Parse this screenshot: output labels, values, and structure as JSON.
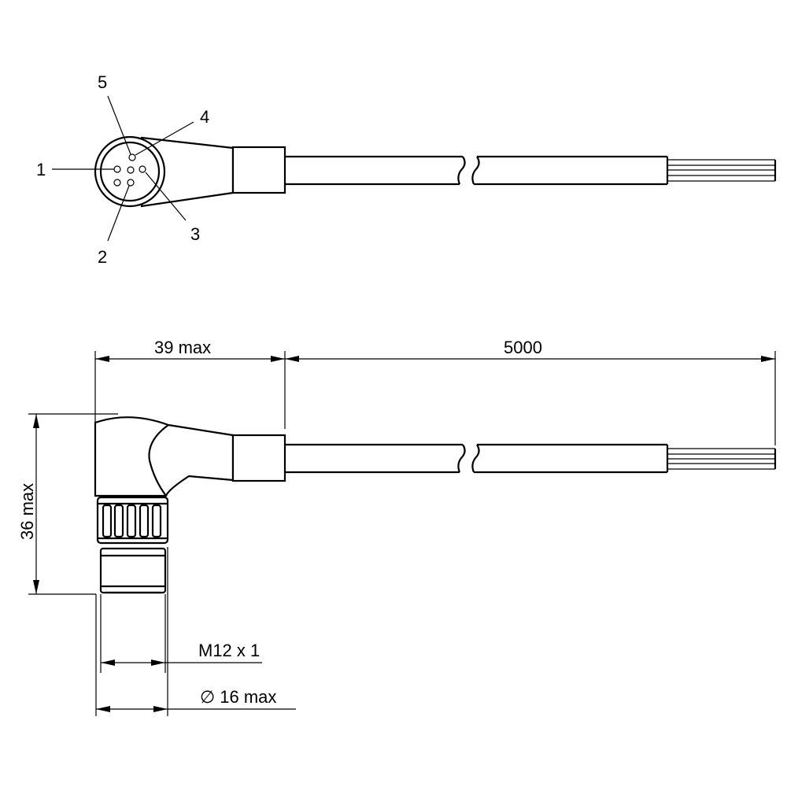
{
  "front_view": {
    "pin_labels": [
      "1",
      "2",
      "3",
      "4",
      "5"
    ]
  },
  "side_view": {
    "dim_length_connector": "39 max",
    "dim_length_cable": "5000",
    "dim_height": "36 max",
    "dim_thread": "M12 x 1",
    "dim_diameter": "∅ 16 max"
  },
  "colors": {
    "line": "#000000",
    "background": "#ffffff"
  }
}
